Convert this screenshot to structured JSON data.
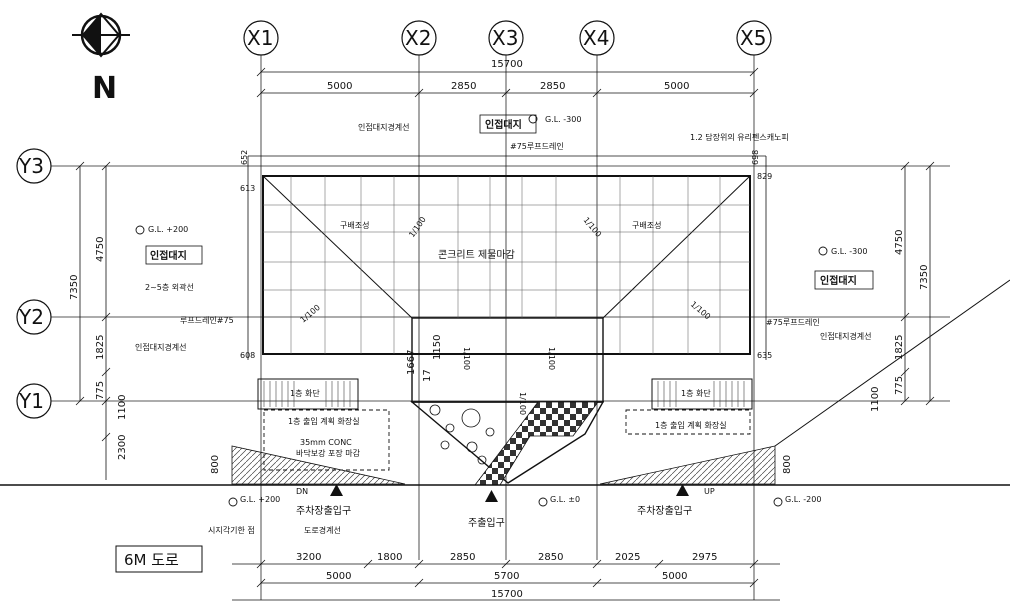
{
  "north": {
    "letter": "N"
  },
  "grid": {
    "x": [
      "X1",
      "X2",
      "X3",
      "X4",
      "X5"
    ],
    "y": [
      "Y3",
      "Y2",
      "Y1"
    ]
  },
  "dims": {
    "top_total": "15700",
    "top_segments": [
      "5000",
      "2850",
      "2850",
      "5000"
    ],
    "bottom_sub": [
      "3200",
      "1800",
      "2850",
      "2850",
      "2025",
      "2975"
    ],
    "bottom_mid": [
      "5000",
      "5700",
      "5000"
    ],
    "bottom_total": "15700",
    "left_outer": "7350",
    "left_inner": [
      "4750",
      "1825",
      "775",
      "1100",
      "2300",
      "800"
    ],
    "right_outer": "7350",
    "right_inner": [
      "4750",
      "1825",
      "775",
      "1100",
      "800"
    ],
    "small": {
      "top_left": "652",
      "top_right": "698",
      "left_613": "613",
      "right_829": "829",
      "left_608": "608",
      "right_635": "635",
      "center_1667": "1667",
      "center_1150": "1150",
      "center_17": "17"
    }
  },
  "labels": {
    "adjacent_top": "인접대지",
    "adjacent_left": "인접대지",
    "adjacent_right": "인접대지",
    "gl_top": "G.L. -300",
    "gl_left": "G.L. +200",
    "gl_right": "G.L. -300",
    "gl_bottom_left": "G.L. +200",
    "gl_bottom_mid": "G.L. ±0",
    "gl_bottom_right": "G.L. -200",
    "boundary_top": "인접대지경계선",
    "boundary_left": "인접대지경계선",
    "boundary_right": "인접대지경계선",
    "top_right_note": "1.2 담장위의 유리펜스캐노피",
    "roof_drain_top": "#75루프드레인",
    "roof_drain_left": "루프드레인#75",
    "roof_drain_right": "#75루프드레인",
    "roof_center": "콘크리트 제물마감",
    "parapet_left": "구배조성",
    "parapet_right": "구배조성",
    "outline_left": "2~5층 외곽선",
    "slope_left": "1/100",
    "slope_left2": "1/100",
    "slope_right": "1/100",
    "slope_right2": "1/100",
    "slope_mid1": "1/100",
    "slope_mid2": "1/100",
    "slope_mid3": "1/100",
    "parking_left_in": "1층 화단",
    "parking_right_in": "1층 화단",
    "parking_left_note": "1층 출입 계획 화장실",
    "parking_left_conc": "35mm CONC",
    "parking_left_conc2": "바닥보강 포장 마감",
    "parking_right_note": "1층 출입 계획 화장실",
    "dn": "DN",
    "up": "UP",
    "entrance_left": "주차장출입구",
    "entrance_main": "주출입구",
    "entrance_right": "주차장출입구",
    "road_boundary": "도로경계선",
    "view_point": "시지각기한 점",
    "road": "6M 도로"
  }
}
